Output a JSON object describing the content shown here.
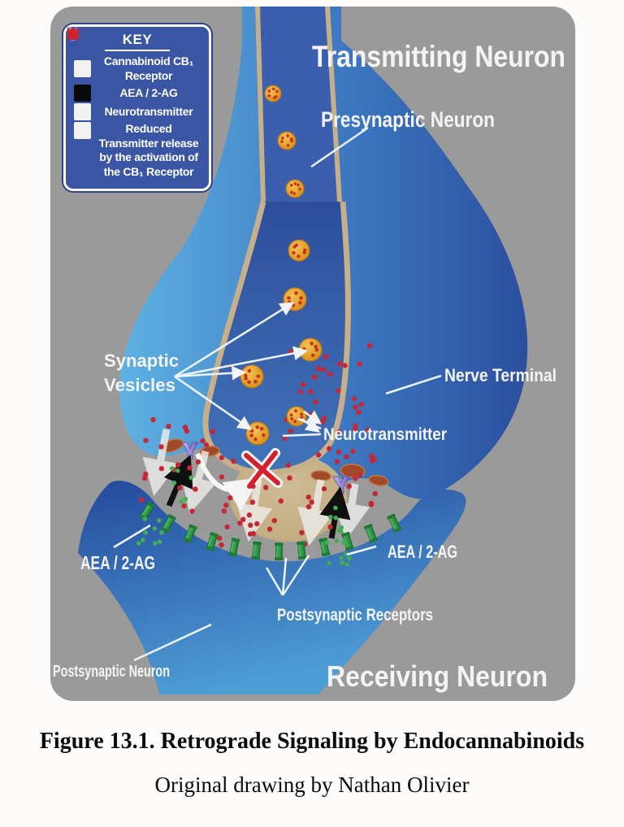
{
  "caption": {
    "title": "Figure 13.1. Retrograde Signaling by Endocannabinoids",
    "credit": "Original drawing by Nathan Olivier"
  },
  "key": {
    "title": "KEY",
    "items": [
      {
        "icon": "cb1-receptor-icon",
        "label": "Cannabinoid CB₁ Receptor"
      },
      {
        "icon": "aea-2ag-icon",
        "label": "AEA / 2-AG"
      },
      {
        "icon": "neurotransmitter-icon",
        "label": "Neurotransmitter"
      },
      {
        "icon": "reduced-transmitter-icon",
        "label": "Reduced Transmitter release by the activation of the CB₁ Receptor"
      }
    ]
  },
  "diagram": {
    "labels": {
      "transmitting_neuron": "Transmitting Neuron",
      "presynaptic_neuron": "Presynaptic Neuron",
      "synaptic_vesicles_line1": "Synaptic",
      "synaptic_vesicles_line2": "Vesicles",
      "nerve_terminal": "Nerve Terminal",
      "neurotransmitter": "Neurotransmitter",
      "aea_2ag_left": "AEA / 2-AG",
      "aea_2ag_right": "AEA / 2-AG",
      "postsynaptic_receptors": "Postsynaptic Receptors",
      "postsynaptic_neuron": "Postsynaptic Neuron",
      "receiving_neuron": "Receiving Neuron"
    }
  },
  "colors": {
    "panel_gray": "#9b9a9a",
    "key_blue": "#3b55a5",
    "neuron_blue_light": "#5fb2e2",
    "neuron_blue_dark": "#2b4f9e",
    "membrane_tan": "#c7b089",
    "vesicle_orange": "#e89b1d",
    "neurotransmitter_red": "#c52736",
    "aea_green": "#3fae54",
    "receptor_green": "#2f9e4f",
    "receptor_purple": "#9d8fd6",
    "reduced_x_red": "#d5212e"
  }
}
